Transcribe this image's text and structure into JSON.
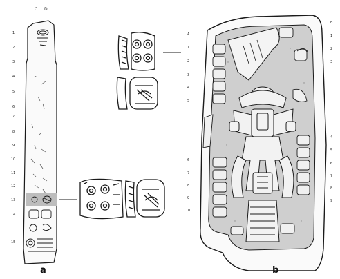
{
  "panel_a": {
    "label": "a",
    "column_headers": [
      "C",
      "D"
    ],
    "row_numbers": [
      "1",
      "2",
      "3",
      "4",
      "5",
      "6",
      "7",
      "8",
      "9",
      "10",
      "11",
      "12",
      "13",
      "14",
      "15"
    ]
  },
  "panel_b": {
    "label": "b",
    "left_rows_upper": [
      "A",
      "1",
      "2",
      "3",
      "4",
      "5"
    ],
    "left_rows_lower": [
      "6",
      "7",
      "8",
      "9",
      "10"
    ],
    "right_rows_upper": [
      "B",
      "1",
      "2",
      "3"
    ],
    "right_rows_lower": [
      "4",
      "5",
      "6",
      "7",
      "8",
      "9"
    ]
  },
  "colors": {
    "ink": "#1a1a1a",
    "stone_fill": "#cfcfcf",
    "highlight": "#bdbdbd"
  }
}
